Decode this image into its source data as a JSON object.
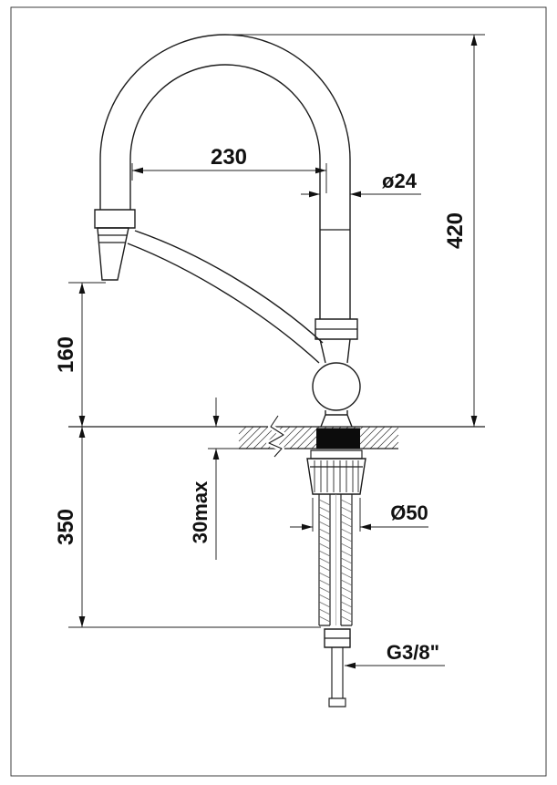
{
  "page": {
    "background": "#ffffff",
    "line_color": "#1c1c1c"
  },
  "drawing": {
    "title": "Kitchen faucet dimensioned installation drawing",
    "dimensions": {
      "spout_reach": "230",
      "spout_diameter": "ø24",
      "total_height": "420",
      "outlet_height": "160",
      "hose_length": "350",
      "deck_thickness_max": "30max",
      "hole_diameter": "Ø50",
      "connection_thread": "G3/8\""
    }
  }
}
